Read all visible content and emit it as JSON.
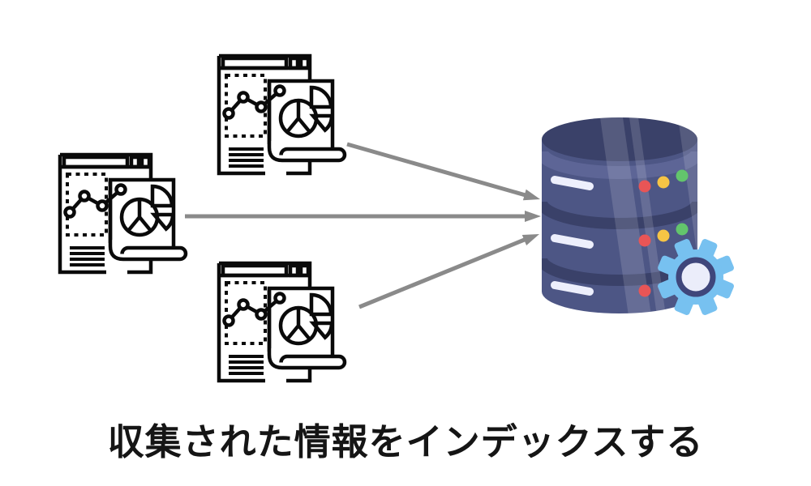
{
  "caption": {
    "text": "収集された情報をインデックスする"
  },
  "colors": {
    "arrow": "#8a8a8a",
    "icon_stroke": "#0a0a0a",
    "icon_fill": "#ffffff",
    "db_body": "#4d5685",
    "db_dark": "#3a4169",
    "db_rim": "#5d6596",
    "db_dash": "#edeffc",
    "dot_red": "#e85556",
    "dot_yellow": "#f6c445",
    "dot_green": "#63c56c",
    "gear_blue": "#77c1f0",
    "gear_ring": "#3f467b",
    "gear_center": "#ebedfa",
    "shine": "#ffffff"
  },
  "nodes": {
    "sources": [
      {
        "id": "report-top",
        "type": "report-document",
        "contents": [
          "line-chart",
          "pie-chart",
          "text-lines"
        ]
      },
      {
        "id": "report-left",
        "type": "report-document",
        "contents": [
          "line-chart",
          "pie-chart",
          "text-lines"
        ]
      },
      {
        "id": "report-bottom",
        "type": "report-document",
        "contents": [
          "line-chart",
          "pie-chart",
          "text-lines"
        ]
      }
    ],
    "target": {
      "id": "database",
      "type": "database-cylinder",
      "tiers": 3,
      "status_dots_per_tier": [
        [
          "red",
          "yellow",
          "green"
        ],
        [
          "red",
          "yellow",
          "green"
        ],
        [
          "red"
        ]
      ],
      "accessory": "gear"
    }
  },
  "arrows": [
    {
      "from": "report-top",
      "to": "database"
    },
    {
      "from": "report-left",
      "to": "database"
    },
    {
      "from": "report-bottom",
      "to": "database"
    }
  ]
}
